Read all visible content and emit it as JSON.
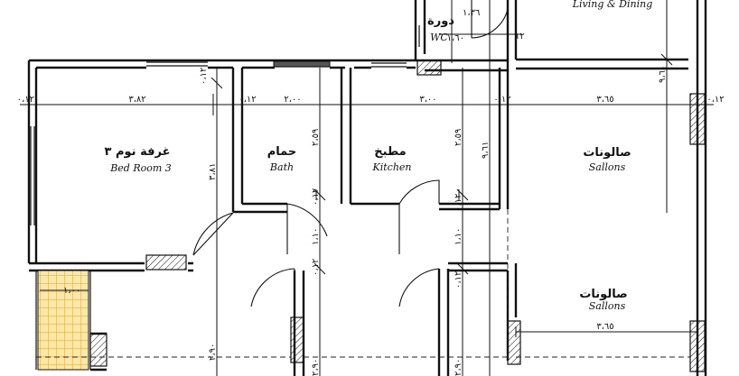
{
  "rooms": {
    "living": {
      "name_en": "Living & Dining"
    },
    "wc": {
      "name_ar": "دورة",
      "name_en": "WC"
    },
    "bedroom3": {
      "name_ar": "غرفة نوم ٣",
      "name_en": "Bed  Room 3"
    },
    "bath": {
      "name_ar": "حمام",
      "name_en": "Bath"
    },
    "kitchen": {
      "name_ar": "مطبخ",
      "name_en": "Kitchen"
    },
    "salons_upper": {
      "name_ar": "صالونات",
      "name_en": "Sallons"
    },
    "salons_lower": {
      "name_ar": "صالونات",
      "name_en": "Sallons"
    }
  },
  "dimensions": {
    "d_0_12_left": "٠،١٢",
    "d_3_82": "٣،٨٢",
    "d_2_00": "٢،٠٠",
    "d_3_00": "٣،٠٠",
    "d_3_65_upper": "٣،٦٥",
    "d_3_65_lower": "٣،٦٥",
    "d_0_12_a": "٠،١٢",
    "d_0_12_b": "٠،١٢",
    "d_0_12_c": "٠،١٢",
    "d_0_12_d": "٠،١٢",
    "d_0_12_e": "٠،١٢",
    "d_0_12_f": "٠،١٢",
    "d_0_12_g": "٠،١٢",
    "d_0_12_h": "٠،١٢",
    "d_1_36": "١،٣٦",
    "d_1_60_wc": "١،٦٠",
    "d_0_12_wc": "١٢",
    "d_9_61_upper": "٩،٦١",
    "d_9_61_right": "٩،٦١",
    "d_3_81": "٣،٨١",
    "d_2_59_a": "٢،٥٩",
    "d_2_59_b": "٢،٥٩",
    "d_1_10_a": "١،١٠",
    "d_1_10_b": "١،١٠",
    "d_2_90": "٢،٩٠",
    "d_2_90_b": "٢،٩٠",
    "d_2_90_c": "٢،٩٠",
    "d_1_00": "١،٠٠"
  }
}
